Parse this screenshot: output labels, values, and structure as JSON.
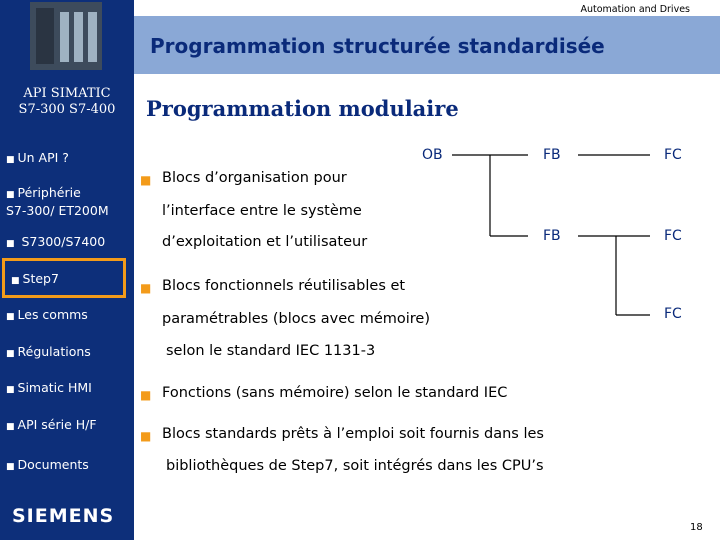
{
  "header": {
    "top_text": "Automation and Drives",
    "title": "Programmation structurée standardisée"
  },
  "sidebar": {
    "title_line1": "API SIMATIC",
    "title_line2": "S7-300   S7-400",
    "items": [
      {
        "label": "Un API ?"
      },
      {
        "label_line1": "Périphérie",
        "label_line2": "S7-300/ ET200M"
      },
      {
        "label": "S7300/S7400"
      },
      {
        "label": "Step7"
      },
      {
        "label": "Les comms"
      },
      {
        "label": "Régulations"
      },
      {
        "label": "Simatic HMI"
      },
      {
        "label": "API série H/F"
      },
      {
        "label": "Documents"
      }
    ],
    "logo": "SIEMENS"
  },
  "main": {
    "section_title": "Programmation modulaire",
    "lines": [
      "Blocs d’organisation pour",
      "l’interface entre le système",
      "d’exploitation et l’utilisateur",
      "Blocs fonctionnels réutilisables et",
      "paramétrables (blocs avec mémoire)",
      "selon le standard IEC 1131-3",
      "Fonctions (sans mémoire) selon le standard IEC",
      "Blocs standards prêts à l’emploi soit fournis dans les",
      "bibliothèques de Step7, soit intégrés dans les CPU’s"
    ]
  },
  "diagram": {
    "ob": "OB",
    "fb1": "FB",
    "fc1": "FC",
    "fb2": "FB",
    "fc2": "FC",
    "fc3": "FC"
  },
  "page_number": "18",
  "colors": {
    "sidebar_bg": "#0d2f7a",
    "titlebar_bg": "#8aa8d6",
    "title_text": "#0a2a7a",
    "bullet": "#f39b1a",
    "active_border": "#f39b1a"
  }
}
